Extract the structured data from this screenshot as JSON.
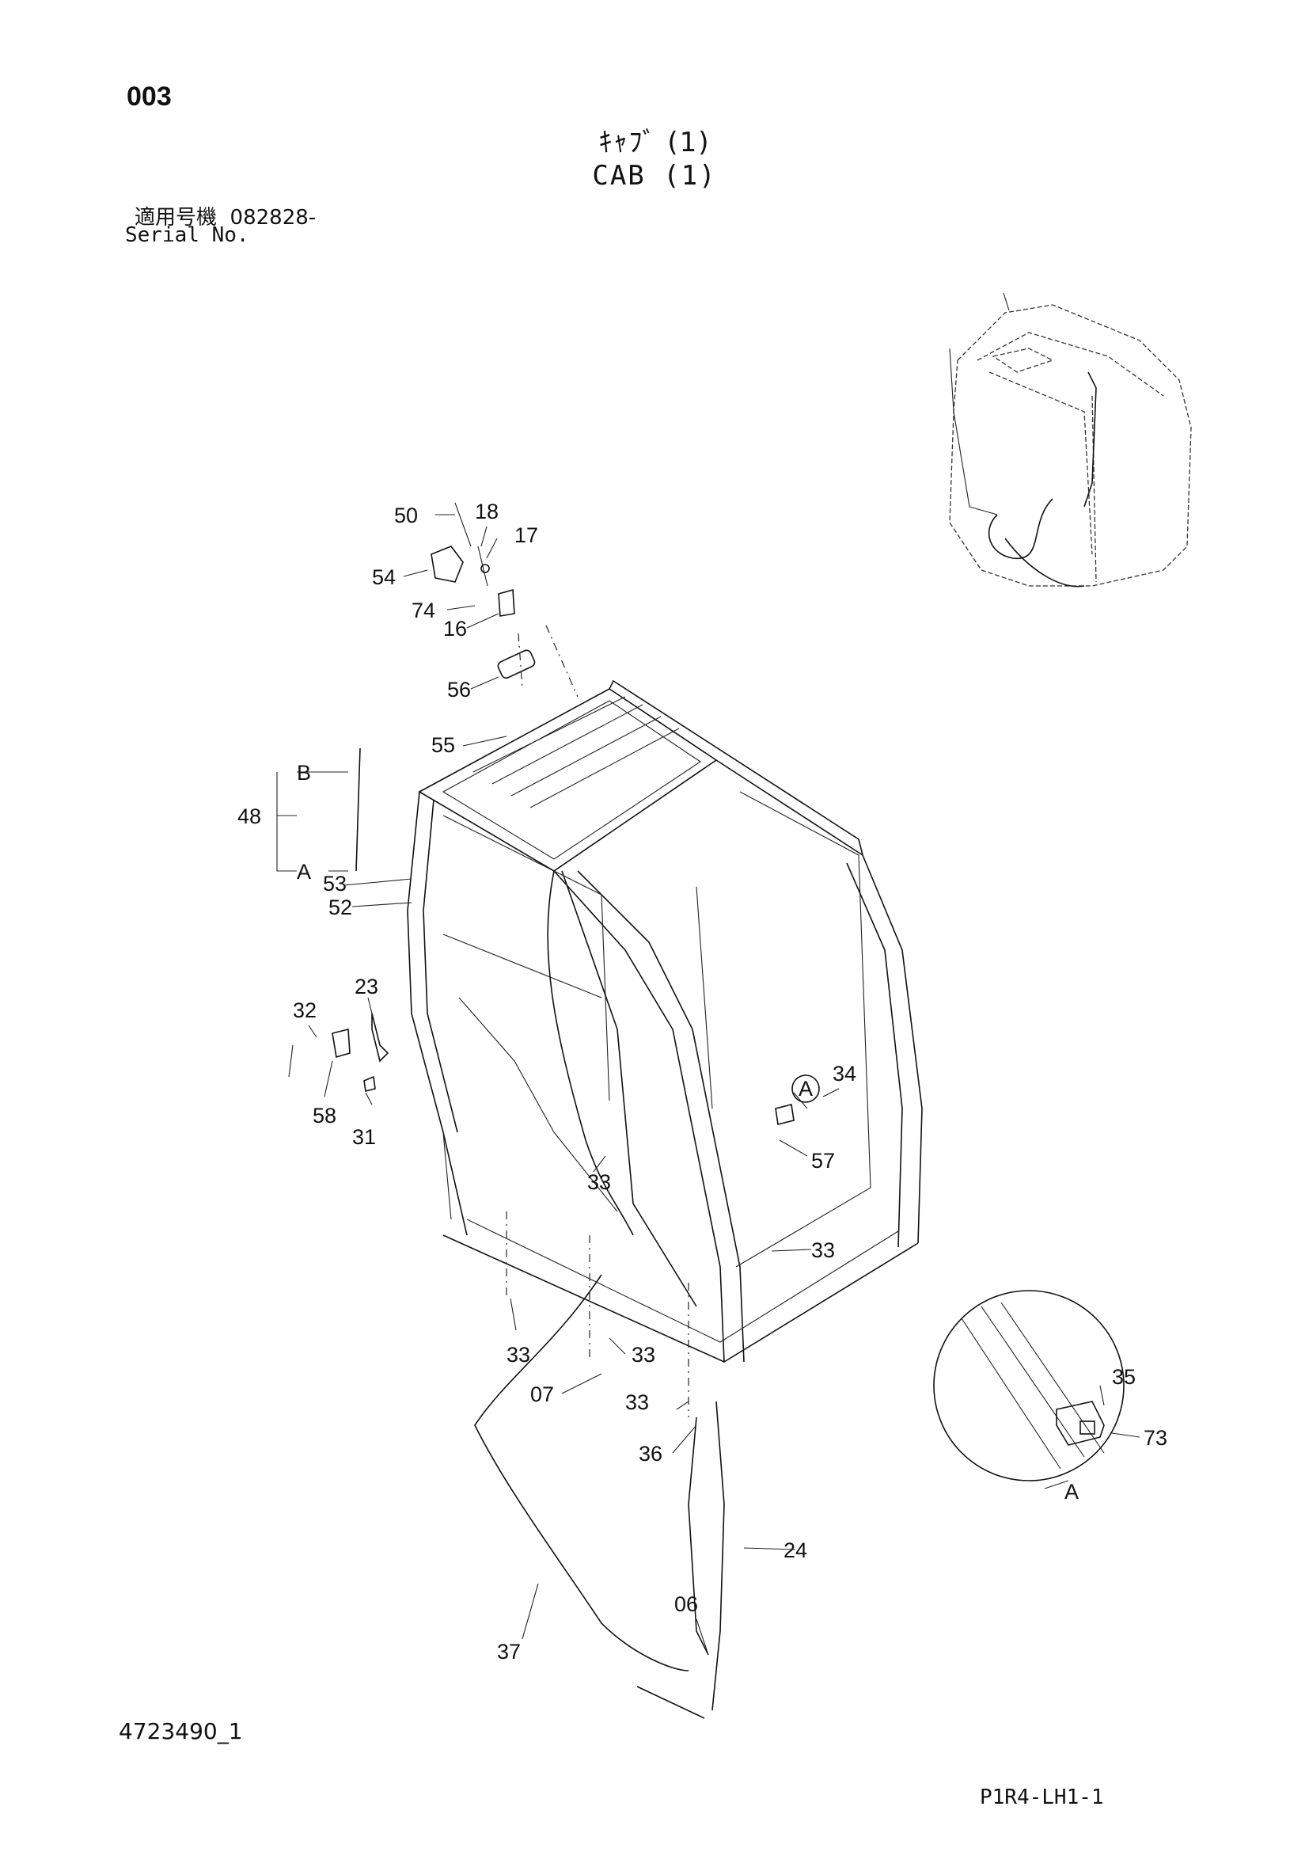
{
  "header": {
    "page_code": "003",
    "title_jp": "ｷｬﾌﾞ (1)",
    "title_en": "CAB (1)",
    "serial_label_jp": "適用号機",
    "serial_value": "082828-",
    "serial_label_en": "Serial No."
  },
  "footer": {
    "doc_id": "4723490_1",
    "page_ref": "P1R4-LH1-1"
  },
  "part_labels": {
    "p50": "50",
    "p18": "18",
    "p17": "17",
    "p54": "54",
    "p74": "74",
    "p16": "16",
    "p56": "56",
    "p55": "55",
    "pB": "B",
    "p48": "48",
    "pA": "A",
    "p53": "53",
    "p52": "52",
    "p23": "23",
    "p32": "32",
    "p58": "58",
    "p31": "31",
    "p34": "34",
    "pA_circle": "A",
    "p57": "57",
    "p33a": "33",
    "p33b": "33",
    "p33c": "33",
    "p33d": "33",
    "p33e": "33",
    "p07": "07",
    "p36": "36",
    "p24": "24",
    "p06": "06",
    "p37": "37",
    "p35": "35",
    "p73": "73",
    "pA_detail": "A"
  }
}
